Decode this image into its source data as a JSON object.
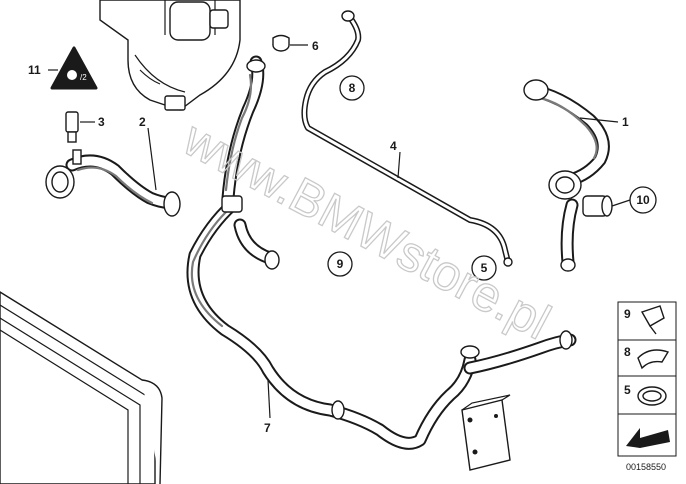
{
  "callouts": {
    "c1": "1",
    "c2": "2",
    "c3": "3",
    "c4": "4",
    "c5": "5",
    "c6": "6",
    "c7": "7",
    "c8": "8",
    "c9": "9",
    "c10": "10",
    "c11": "11"
  },
  "circled": {
    "c8": "8",
    "c9": "9",
    "c5": "5",
    "c10": "10"
  },
  "legend": {
    "l9": "9",
    "l8": "8",
    "l5": "5"
  },
  "watermark": "www.BMWstore.pl",
  "reference_number": "00158550"
}
